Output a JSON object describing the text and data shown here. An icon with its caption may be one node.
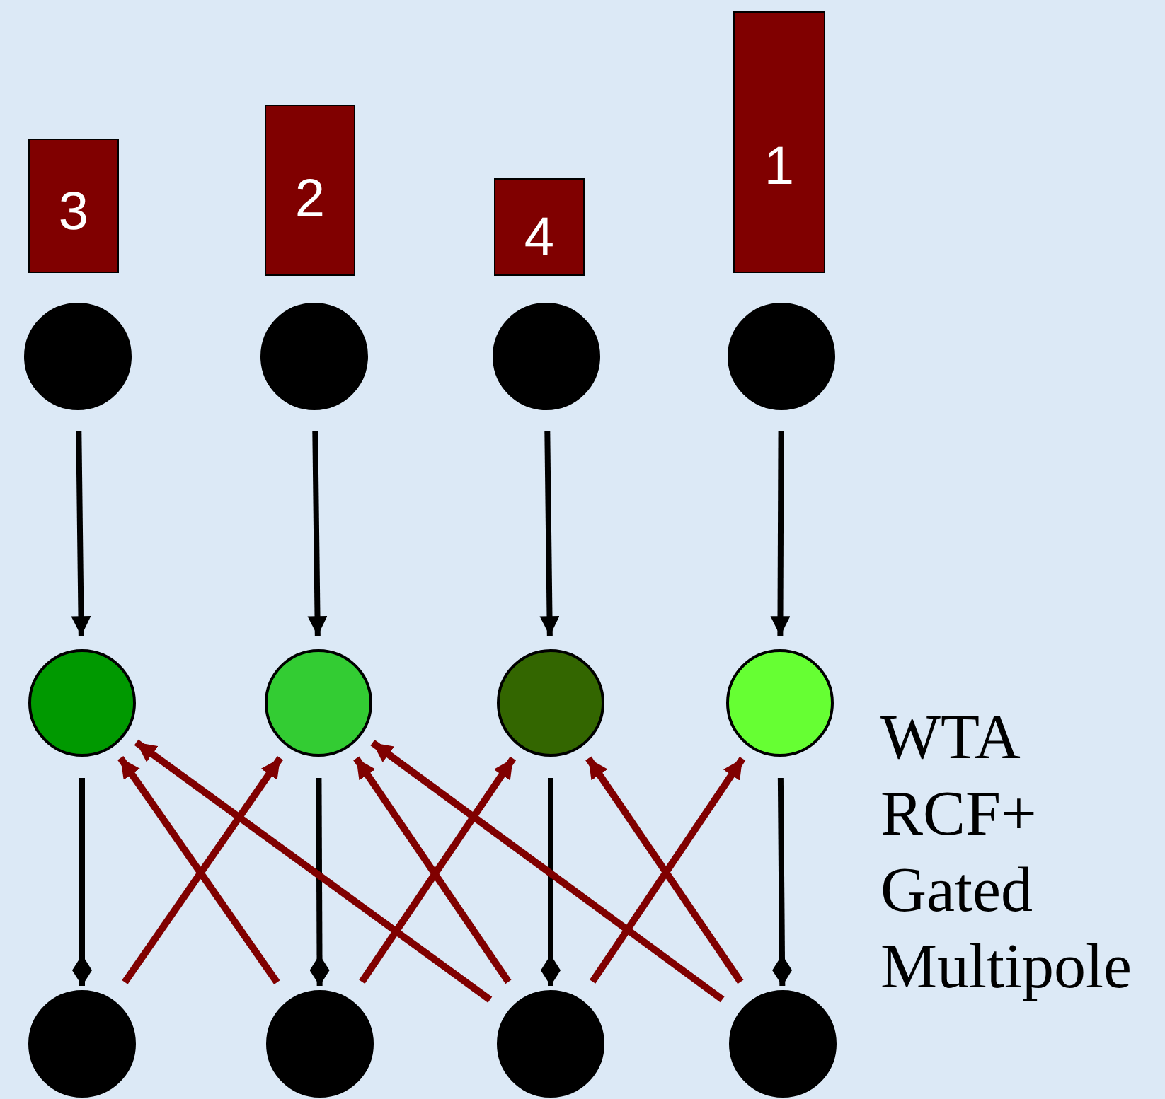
{
  "diagram": {
    "nodes": [
      {
        "text": [
          "3"
        ]
      },
      {
        "text": [
          "2"
        ]
      },
      {
        "text": [
          "4"
        ]
      },
      {
        "text": [
          "1"
        ]
      },
      {
        "text": [],
        "shape": "circle"
      },
      {
        "text": [],
        "shape": "circle"
      },
      {
        "text": [],
        "shape": "circle"
      },
      {
        "text": [],
        "shape": "circle"
      },
      {
        "text": [],
        "shape": "circle"
      },
      {
        "text": [],
        "shape": "circle"
      },
      {
        "text": [],
        "shape": "circle"
      },
      {
        "text": [],
        "shape": "circle"
      },
      {
        "text": [],
        "shape": "circle"
      },
      {
        "text": [],
        "shape": "circle"
      },
      {
        "text": [],
        "shape": "circle"
      },
      {
        "text": [],
        "shape": "circle"
      }
    ],
    "edges": [
      {
        "from": 4,
        "to": 8,
        "arrow": "to"
      },
      {
        "from": 5,
        "to": 9,
        "arrow": "to"
      },
      {
        "from": 6,
        "to": 10,
        "arrow": "to"
      },
      {
        "from": 7,
        "to": 11,
        "arrow": "to"
      },
      {
        "from": 8,
        "to": 12,
        "arrow": "other"
      },
      {
        "from": 9,
        "to": 13,
        "arrow": "other"
      },
      {
        "from": 10,
        "to": 14,
        "arrow": "other"
      },
      {
        "from": 11,
        "to": 15,
        "arrow": "other"
      },
      {
        "from": 12,
        "to": 9,
        "arrow": "to",
        "color": "#800000"
      },
      {
        "from": 13,
        "to": 8,
        "arrow": "to",
        "color": "#800000"
      },
      {
        "from": 13,
        "to": 10,
        "arrow": "to",
        "color": "#800000"
      },
      {
        "from": 14,
        "to": 8,
        "arrow": "to",
        "color": "#800000"
      },
      {
        "from": 14,
        "to": 9,
        "arrow": "to",
        "color": "#800000"
      },
      {
        "from": 14,
        "to": 11,
        "arrow": "to",
        "color": "#800000"
      },
      {
        "from": 15,
        "to": 9,
        "arrow": "to",
        "color": "#800000"
      },
      {
        "from": 15,
        "to": 10,
        "arrow": "to",
        "color": "#800000"
      }
    ],
    "labels": [
      "WTA RCF+ Gated Multipole"
    ]
  }
}
